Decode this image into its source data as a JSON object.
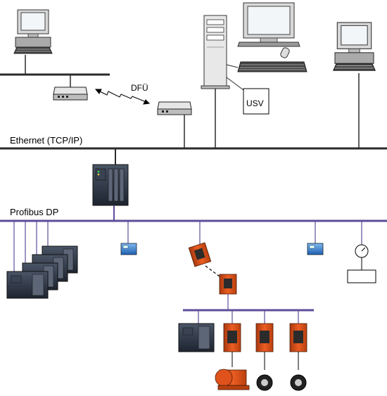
{
  "labels": {
    "ethernet": "Ethernet (TCP/IP)",
    "profibus": "Profibus DP",
    "dfu": "DFÜ",
    "usv": "USV"
  },
  "colors": {
    "ethernet_bus": "#2b2b2b",
    "profibus_bus": "#5e4d99",
    "device_orange": "#e0521c",
    "device_blue": "#2d7fd6",
    "plc_dark": "#283040",
    "monitor_screen": "#eef3f7"
  },
  "icons": [
    "workstation-icon",
    "modem-icon",
    "server-tower-icon",
    "ups-icon",
    "plc-icon",
    "io-module-icon",
    "drive-unit-icon",
    "pressure-gauge-icon",
    "motor-icon",
    "encoder-icon"
  ]
}
